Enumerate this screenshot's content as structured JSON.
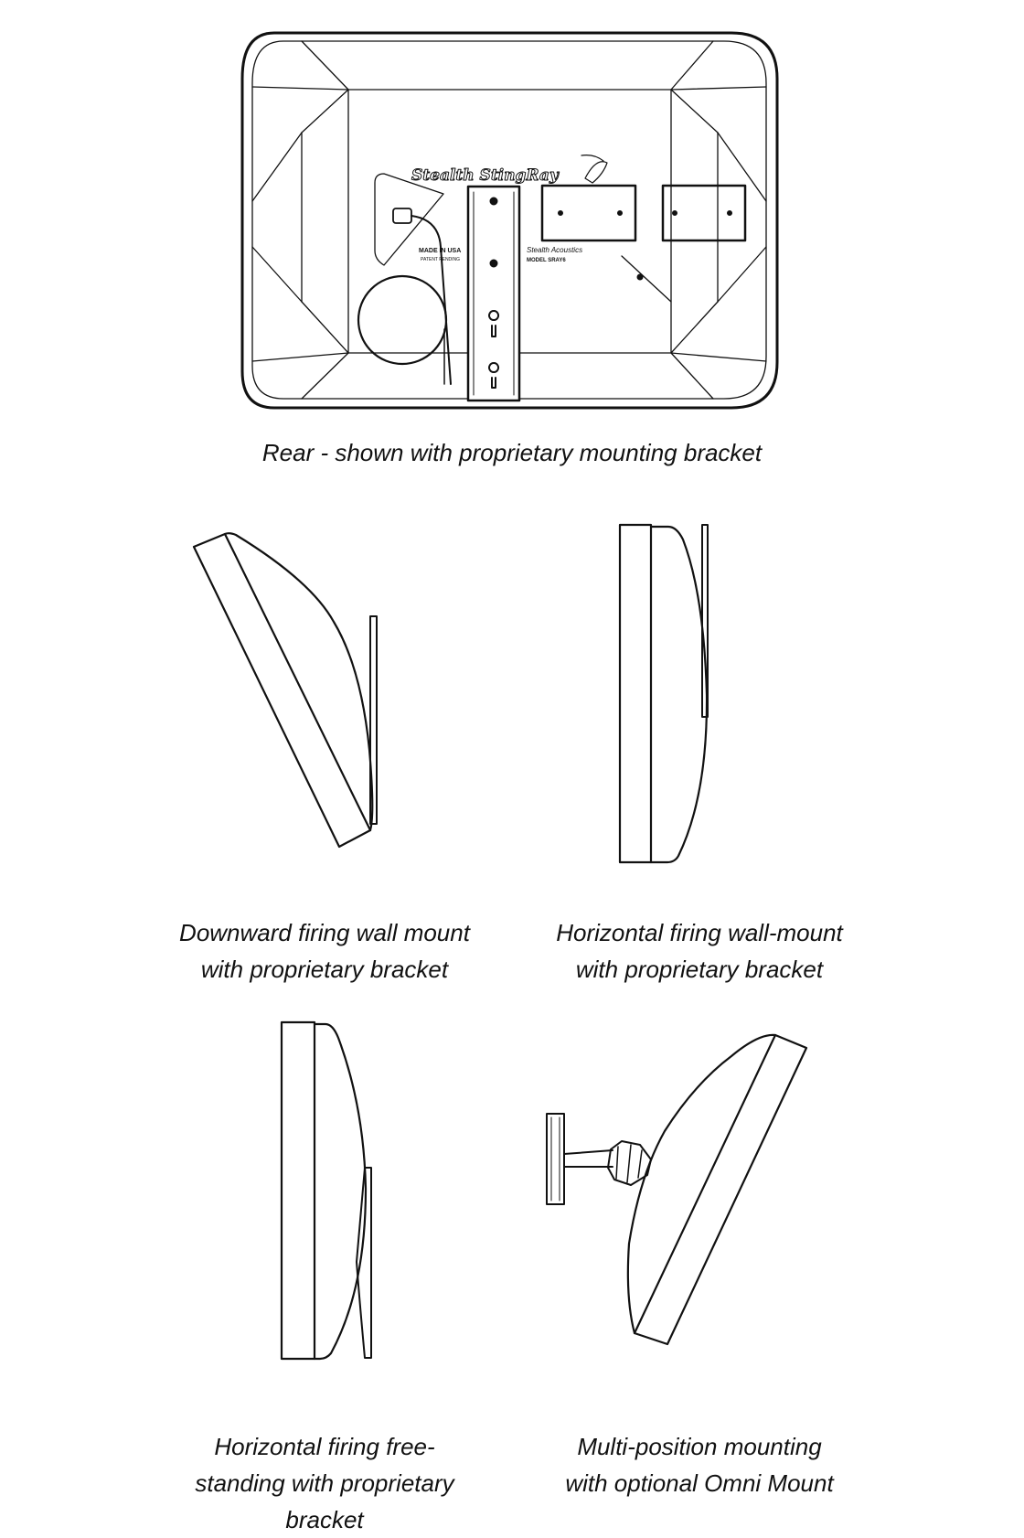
{
  "figures": {
    "rear": {
      "logo_text": "Stealth StingRay",
      "label_made": "MADE IN USA",
      "label_patent": "PATENT PENDING",
      "label_company": "Stealth Acoustics",
      "label_model": "MODEL SRAY6",
      "caption": "Rear - shown with proprietary mounting bracket"
    },
    "downward": {
      "caption_line1": "Downward firing wall mount",
      "caption_line2": "with proprietary bracket"
    },
    "horizontal_wall": {
      "caption_line1": "Horizontal firing wall-mount",
      "caption_line2": "with proprietary bracket"
    },
    "free_standing": {
      "caption_line1": "Horizontal firing free-",
      "caption_line2": "standing with proprietary",
      "caption_line3": "bracket"
    },
    "omni": {
      "caption_line1": "Multi-position mounting",
      "caption_line2": "with optional Omni Mount"
    }
  },
  "colors": {
    "line": "#111111",
    "background": "#ffffff"
  }
}
